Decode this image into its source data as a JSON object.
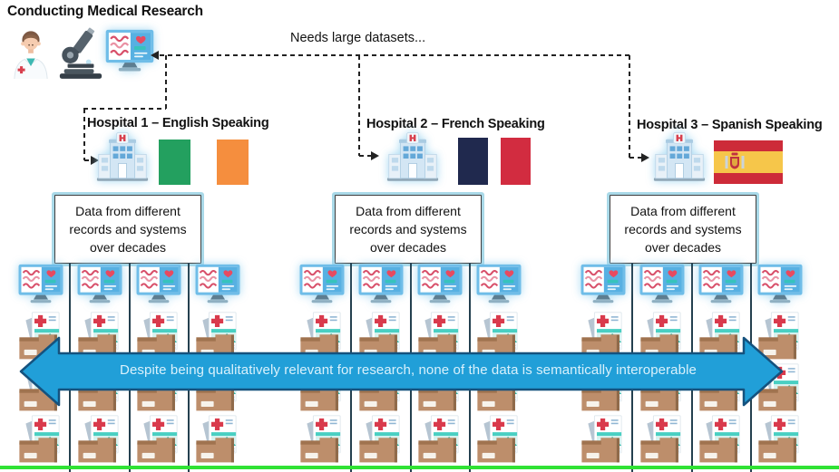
{
  "title": "Conducting Medical Research",
  "top_note": "Needs large datasets...",
  "hospitals": [
    {
      "label": "Hospital 1 – English Speaking",
      "flag": "ireland-flag-icon"
    },
    {
      "label": "Hospital 2 – French Speaking",
      "flag": "france-flag-icon"
    },
    {
      "label": "Hospital 3 – Spanish Speaking",
      "flag": "spain-flag-icon"
    }
  ],
  "data_box": {
    "lines": [
      "Data from different",
      "records and systems",
      "over decades"
    ]
  },
  "banner": {
    "text": "Despite being qualitatively relevant for research, none of the data is semantically interoperable",
    "fill": "#219fd8",
    "border": "#15527e",
    "text_color": "#d9f1fc"
  },
  "grid": {
    "groups": 3,
    "columns_per_group": 4,
    "rows": [
      "monitor-icon",
      "records-box-icon",
      "records-box-icon",
      "records-box-icon"
    ]
  },
  "colors": {
    "green_line": "#30e234",
    "connector": "#222222",
    "column_divider": "#24404f",
    "ireland_green": "#23a05f",
    "ireland_orange": "#f58e3e",
    "france_navy": "#20294e",
    "france_red": "#d22c40",
    "spain_red": "#cd2b39",
    "spain_yellow": "#f6c64a"
  },
  "icons": {
    "research_group": [
      "doctor-icon",
      "microscope-icon",
      "monitor-icon"
    ]
  }
}
